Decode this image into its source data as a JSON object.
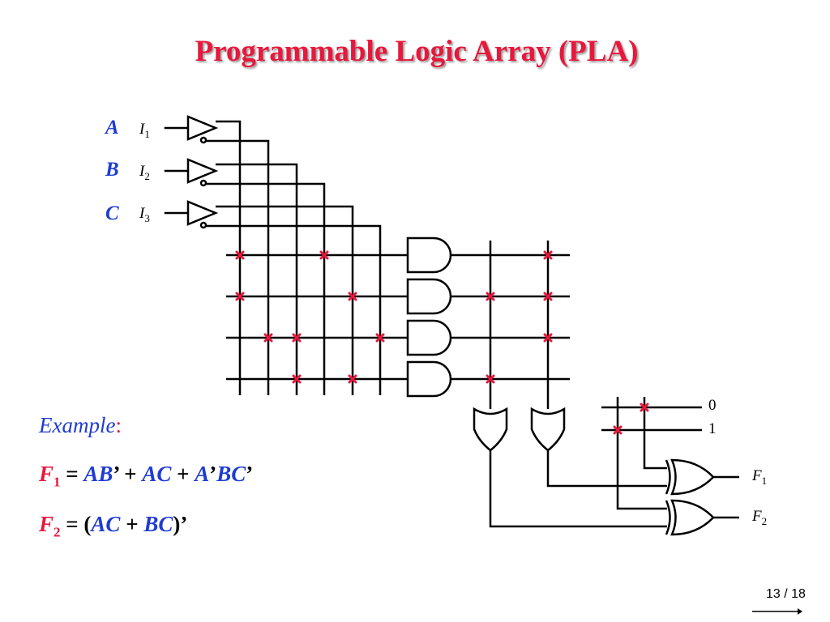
{
  "title": "Programmable Logic Array (PLA)",
  "inputs": [
    {
      "name": "A",
      "label": "I",
      "index": "1"
    },
    {
      "name": "B",
      "label": "I",
      "index": "2"
    },
    {
      "name": "C",
      "label": "I",
      "index": "3"
    }
  ],
  "constants": [
    "0",
    "1"
  ],
  "outputs": [
    {
      "label": "F",
      "index": "1"
    },
    {
      "label": "F",
      "index": "2"
    }
  ],
  "example": {
    "label": "Example",
    "colon": ":",
    "f1": {
      "fn": "F",
      "sub": "1",
      "eq": " = ",
      "t1": "AB",
      "p1": "’ + ",
      "t2": "AC",
      "p2": " + ",
      "t3a": "A",
      "p3": "’",
      "t3b": "BC",
      "p4": "’"
    },
    "f2": {
      "fn": "F",
      "sub": "2",
      "eq": " = (",
      "t1": "AC",
      "p1": " + ",
      "t2": "BC",
      "p2": ")’"
    }
  },
  "page": "13 / 18",
  "colors": {
    "title": "#e8173c",
    "term": "#1f3cd1",
    "cross": "#e8173c",
    "wire": "#000000"
  }
}
